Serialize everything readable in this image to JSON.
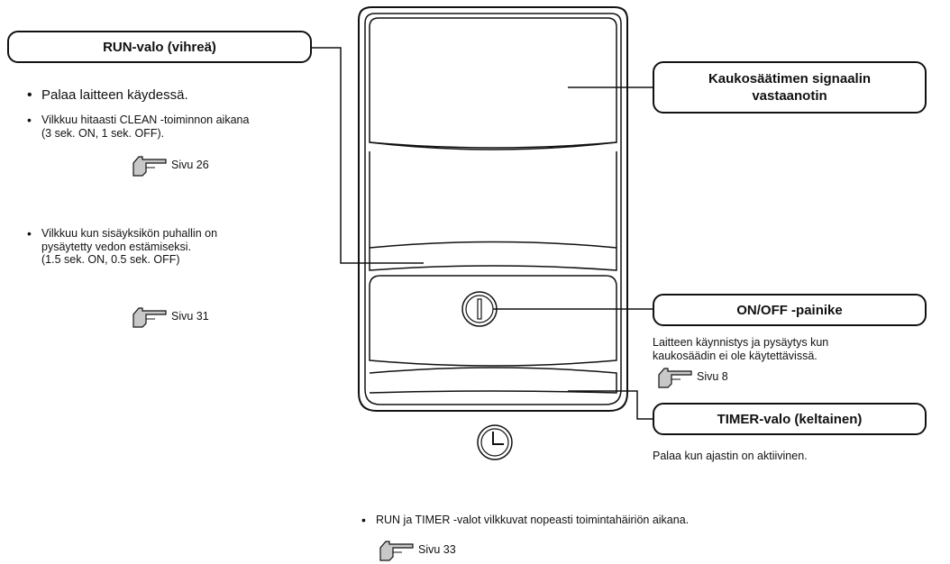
{
  "run_light": {
    "title": "RUN-valo (vihreä)",
    "bullet_1": "Palaa laitteen käydessä.",
    "bullet_2_line1": "Vilkkuu hitaasti CLEAN -toiminnon aikana",
    "bullet_2_line2": "(3 sek. ON, 1 sek. OFF).",
    "ref_1": "Sivu 26",
    "bullet_3_line1": "Vilkkuu kun sisäyksikön puhallin on",
    "bullet_3_line2": "pysäytetty vedon estämiseksi.",
    "bullet_3_line3": "(1.5 sek. ON, 0.5 sek. OFF)",
    "ref_2": "Sivu 31"
  },
  "receiver": {
    "title_line1": "Kaukosäätimen signaalin",
    "title_line2": "vastaanotin"
  },
  "onoff_button": {
    "title": "ON/OFF -painike",
    "desc_line1": "Laitteen käynnistys ja pysäytys kun",
    "desc_line2": "kaukosäädin ei ole käytettävissä.",
    "ref": "Sivu 8"
  },
  "timer_light": {
    "title": "TIMER-valo (keltainen)",
    "desc": "Palaa kun ajastin on aktiivinen."
  },
  "footer": {
    "bullet": "RUN ja TIMER -valot vilkkuvat nopeasti toimintahäiriön aikana.",
    "ref": "Sivu 33"
  },
  "icons": {
    "power": "power-icon",
    "clock": "clock-icon",
    "pointing_hand": "pointing-hand-icon"
  },
  "colors": {
    "line": "#111111",
    "hand_fill": "#c8c8c8"
  }
}
